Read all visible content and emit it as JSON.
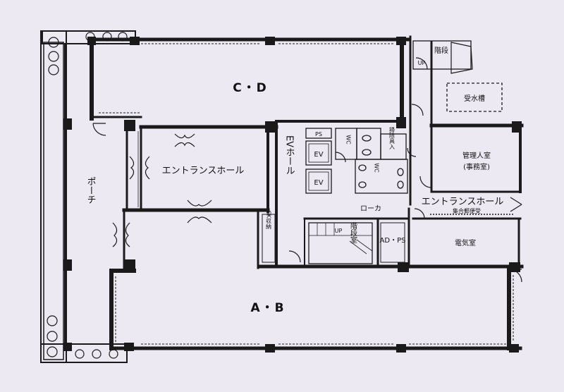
{
  "rooms": {
    "cd": "C・D",
    "ab": "A・B",
    "entrance_hall_left": "エントランスホール",
    "entrance_hall_right": "エントランスホール",
    "porch": "ポーチ",
    "ev_hall": "EVホール",
    "ev_1": "EV",
    "ev_2": "EV",
    "ps": "PS",
    "wc_1": "WC",
    "wc_2": "WC",
    "storage": "掃除具入",
    "corridor": "ローカ",
    "stairs_top": "階段",
    "stairs_lower": "階段室",
    "up_top": "UP",
    "up_lower": "UP",
    "ad_ps": "AD・PS",
    "manager_room": "管理人室",
    "manager_sub": "(事務室)",
    "electric_room": "電気室",
    "water_tank": "受水槽",
    "mailbox": "集合郵便受",
    "shelf": "SK収納"
  },
  "colors": {
    "wall": "#1a1a1a",
    "paper": "#ece9f2"
  }
}
